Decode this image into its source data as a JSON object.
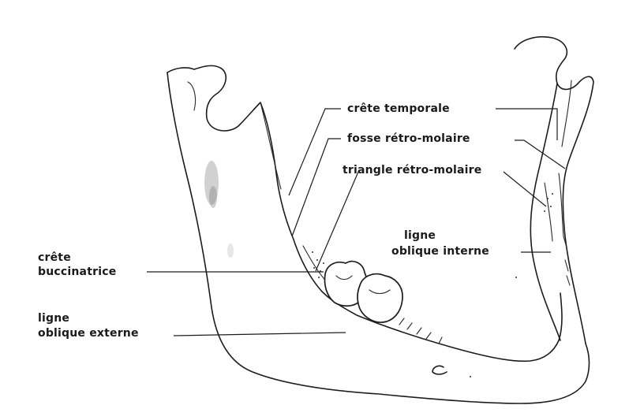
{
  "diagram": {
    "labels": {
      "crete_temporale": "crête temporale",
      "fosse_retro_molaire": "fosse rétro-molaire",
      "triangle_retro_molaire": "triangle rétro-molaire",
      "ligne_oblique_interne": [
        "ligne",
        "oblique interne"
      ],
      "crete_buccinatrice": [
        "crête",
        "buccinatrice"
      ],
      "ligne_oblique_externe": [
        "ligne",
        "oblique externe"
      ]
    }
  }
}
